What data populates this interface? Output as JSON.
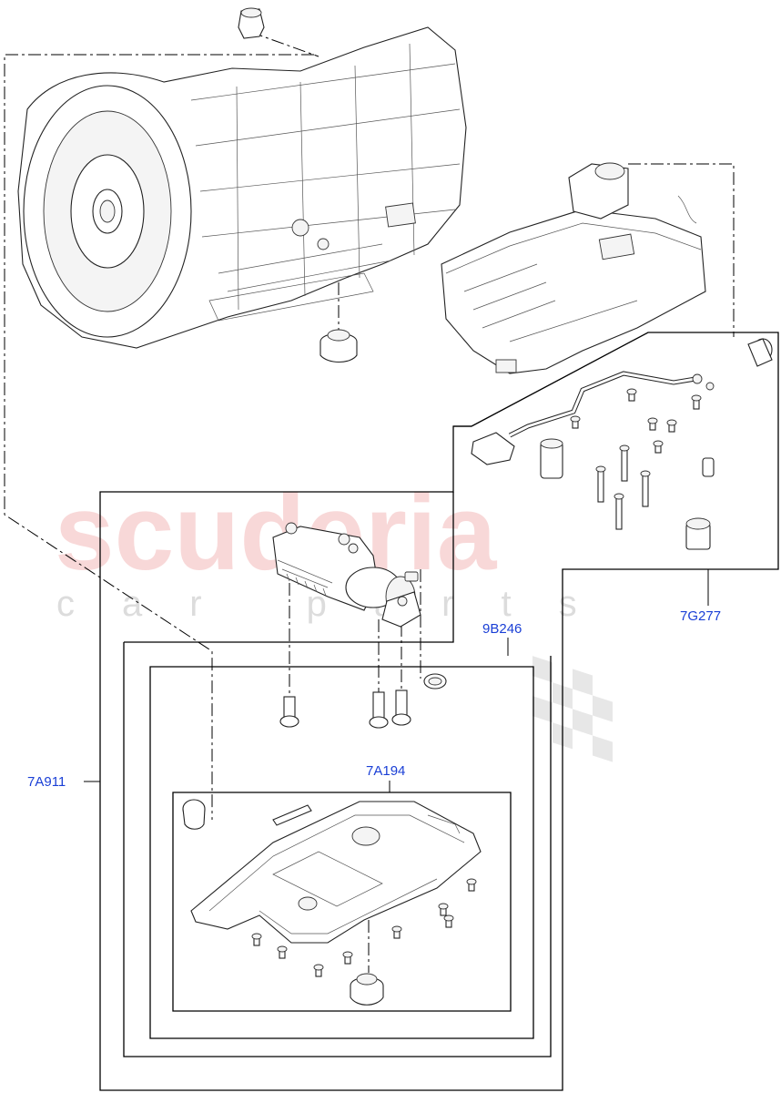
{
  "diagram": {
    "callouts": {
      "c7A911": "7A911",
      "c9B246": "9B246",
      "c7A194": "7A194",
      "c7G277": "7G277"
    },
    "watermark": {
      "brand": "scuderia",
      "tagline": "car parts"
    },
    "colors": {
      "callout": "#1a3fd6",
      "watermark_red": "#f3b9b9",
      "watermark_grey": "#dcdcdc",
      "linework": "#222222"
    }
  }
}
